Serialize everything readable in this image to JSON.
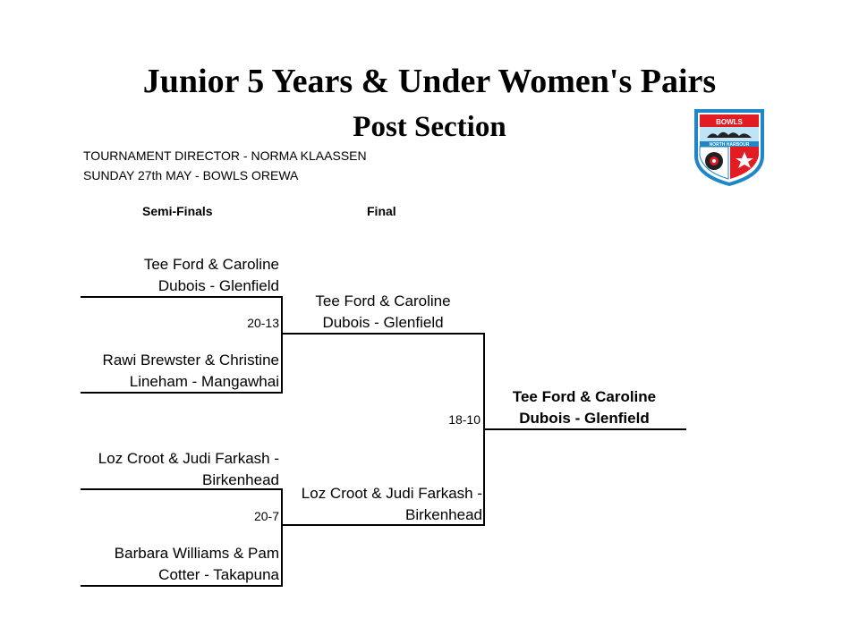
{
  "header": {
    "title": "Junior 5 Years & Under Women's Pairs",
    "subtitle": "Post Section",
    "director": "TOURNAMENT DIRECTOR - NORMA KLAASSEN",
    "date_venue": "SUNDAY 27th MAY - BOWLS OREWA"
  },
  "logo": {
    "top_text": "BOWLS",
    "band_text": "NORTH HARBOUR",
    "icon": "bowls-north-harbour-crest",
    "colors": {
      "outline": "#1f86c8",
      "red": "#e31b23",
      "blue": "#1f86c8"
    }
  },
  "rounds": {
    "semi": "Semi-Finals",
    "final": "Final"
  },
  "semi_finals": [
    {
      "team_a": {
        "line1": "Tee Ford & Caroline",
        "line2": "Dubois - Glenfield"
      },
      "team_b": {
        "line1": "Rawi Brewster & Christine",
        "line2": "Lineham - Mangawhai"
      },
      "score": "20-13"
    },
    {
      "team_a": {
        "line1": "Loz Croot & Judi Farkash -",
        "line2": "Birkenhead"
      },
      "team_b": {
        "line1": "Barbara Williams & Pam",
        "line2": "Cotter - Takapuna"
      },
      "score": "20-7"
    }
  ],
  "final": {
    "team_a": {
      "line1": "Tee Ford & Caroline",
      "line2": "Dubois - Glenfield"
    },
    "team_b": {
      "line1": "Loz Croot & Judi Farkash -",
      "line2": "Birkenhead"
    },
    "score": "18-10"
  },
  "winner": {
    "line1": "Tee Ford & Caroline",
    "line2": "Dubois - Glenfield"
  }
}
